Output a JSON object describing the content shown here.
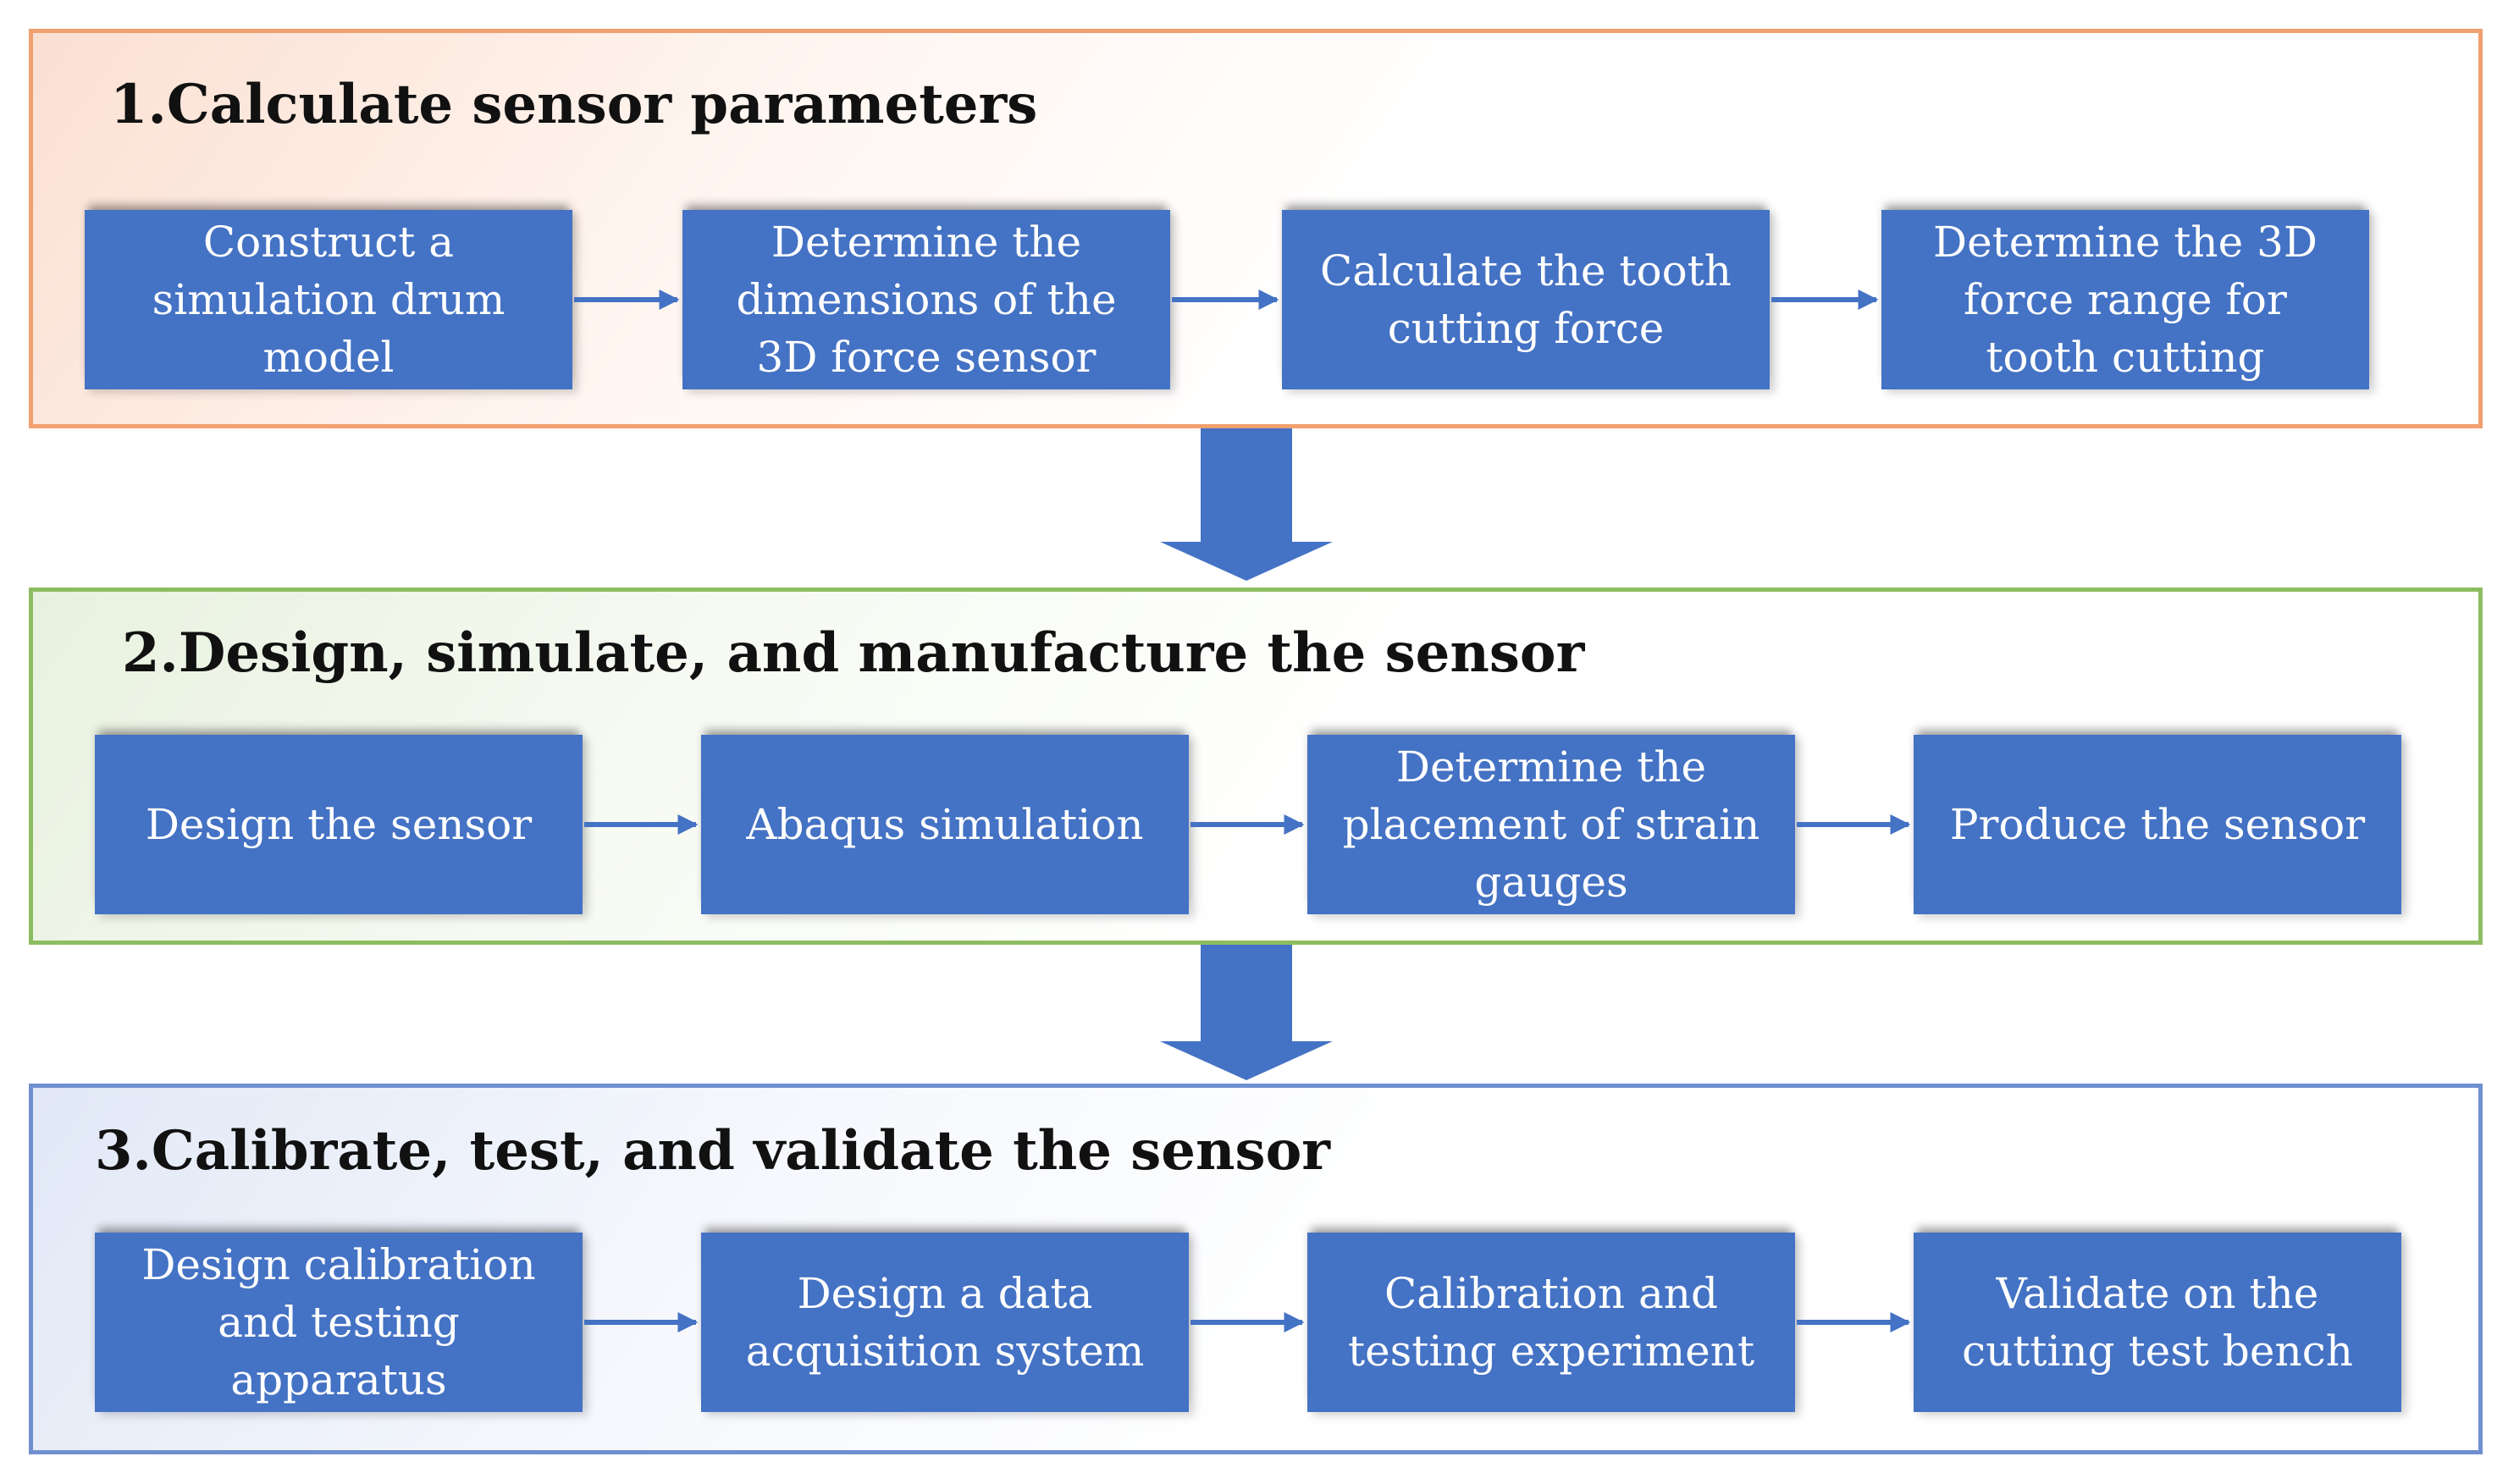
{
  "colors": {
    "box_fill": "#4472c4",
    "arrow": "#4472c4",
    "stage1_border": "#f0a070",
    "stage2_border": "#8dbd62",
    "stage3_border": "#6f8fd0"
  },
  "stages": [
    {
      "title": "1.Calculate sensor parameters",
      "steps": [
        "Construct a simulation drum model",
        "Determine the dimensions of the 3D force sensor",
        "Calculate the tooth cutting force",
        "Determine the 3D force range for tooth cutting"
      ]
    },
    {
      "title": "2.Design, simulate, and manufacture the sensor",
      "steps": [
        "Design the sensor",
        "Abaqus simulation",
        "Determine the placement of strain gauges",
        "Produce the sensor"
      ]
    },
    {
      "title": "3.Calibrate, test, and validate the sensor",
      "steps": [
        "Design calibration and testing apparatus",
        "Design a data acquisition system",
        "Calibration and testing experiment",
        "Validate on the cutting test bench"
      ]
    }
  ]
}
